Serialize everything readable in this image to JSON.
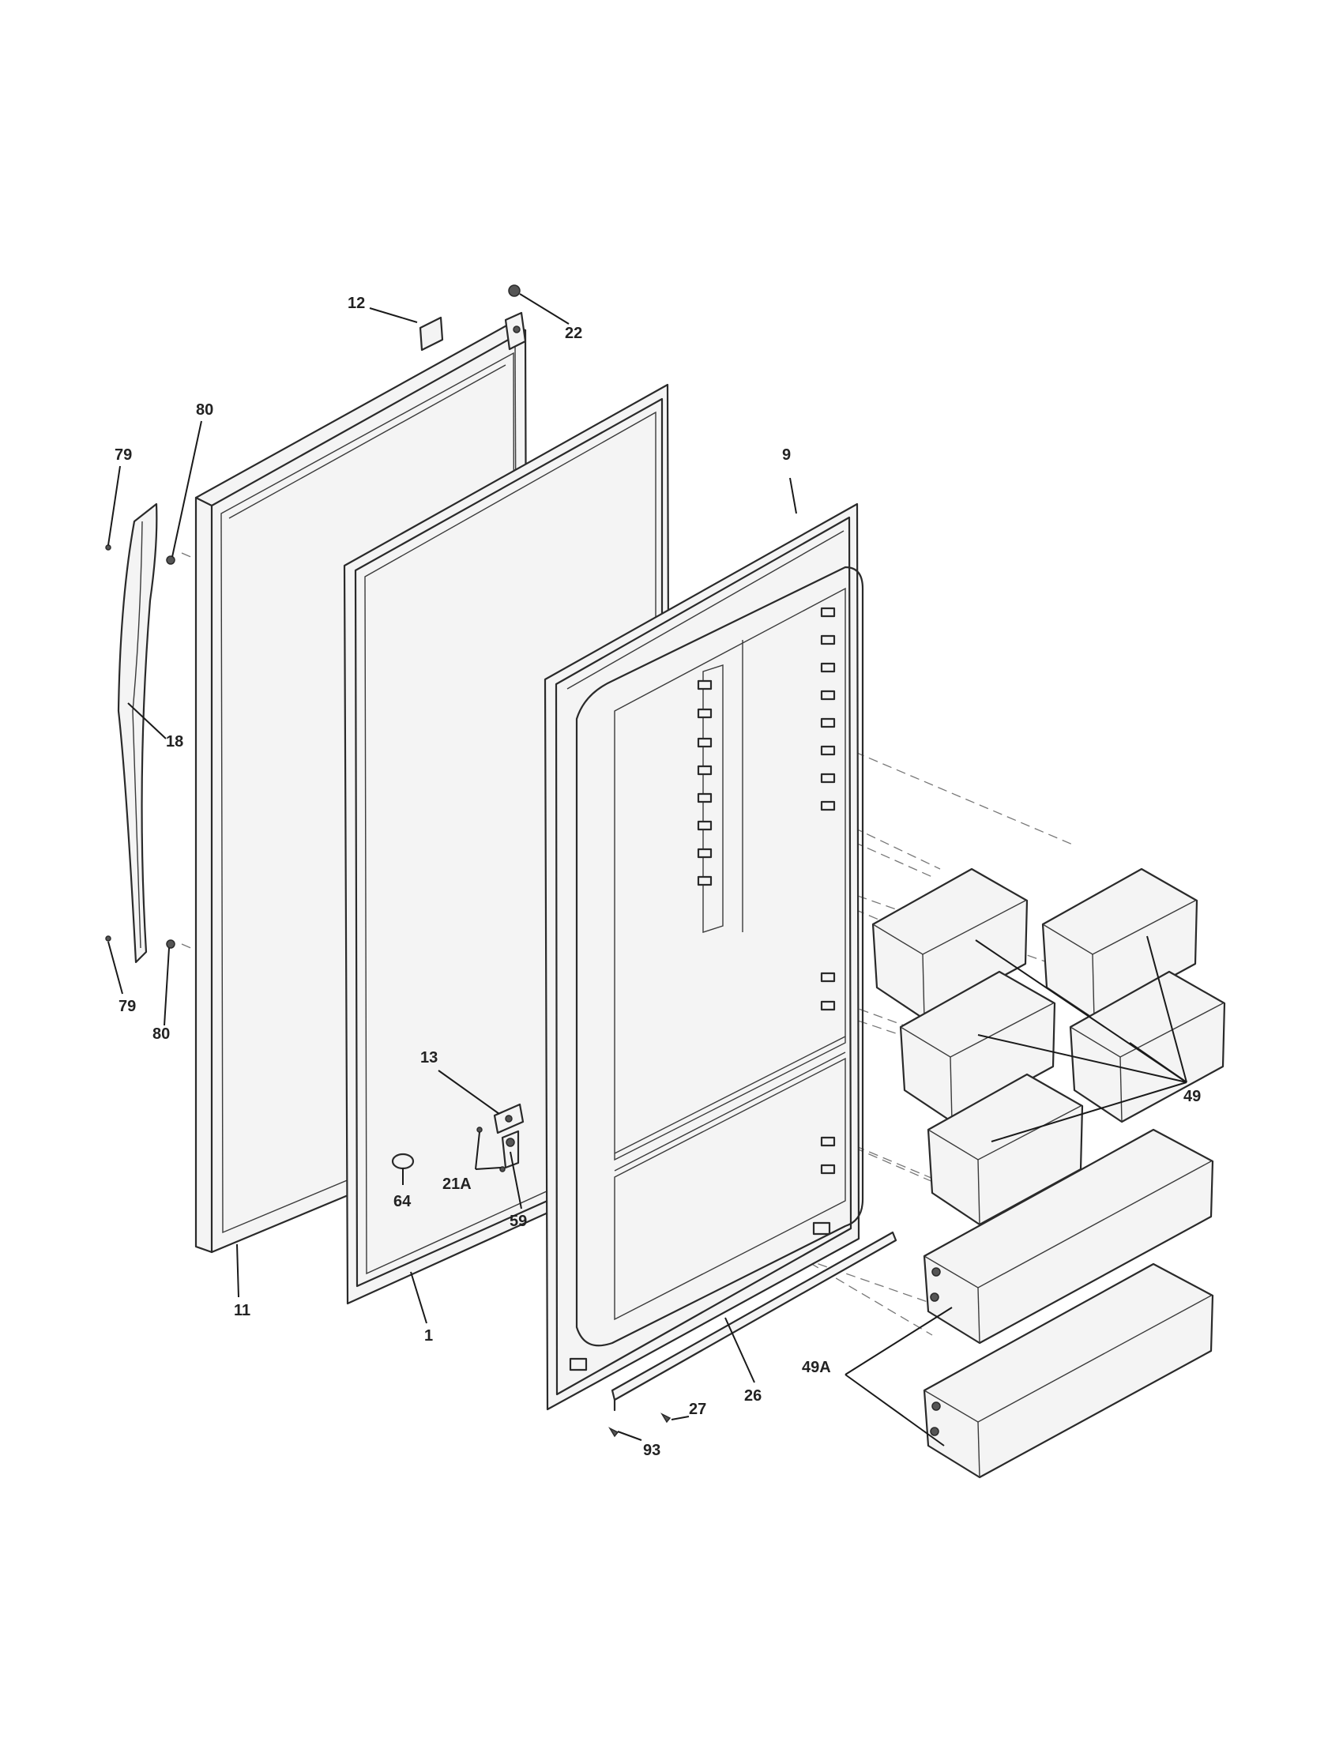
{
  "callouts": {
    "c12": "12",
    "c22": "22",
    "c80_top": "80",
    "c79_top": "79",
    "c9": "9",
    "c18": "18",
    "c79_bottom": "79",
    "c80_bottom": "80",
    "c13": "13",
    "c21a": "21A",
    "c64": "64",
    "c59": "59",
    "c11": "11",
    "c1": "1",
    "c49": "49",
    "c49a": "49A",
    "c27": "27",
    "c26": "26",
    "c93": "93"
  }
}
